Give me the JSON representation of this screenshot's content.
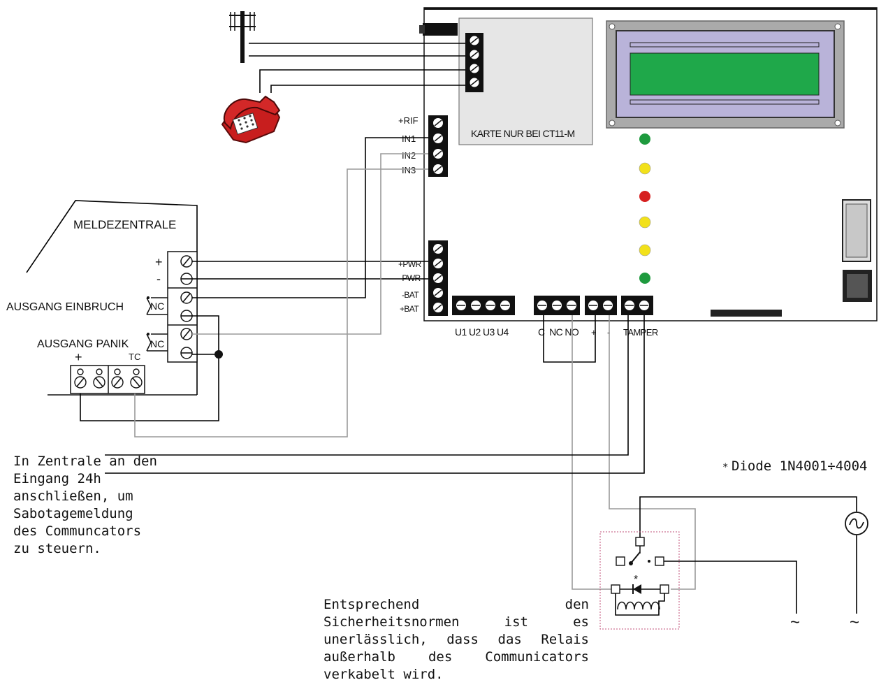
{
  "panel": {
    "title": "MELDEZENTRALE",
    "terminal_plus": "+",
    "terminal_minus": "-",
    "output_burglary": "AUSGANG EINBRUCH",
    "output_panic": "AUSGANG PANIK",
    "nc_label": "NC",
    "tc_label": "TC",
    "aux_plus": "+"
  },
  "board": {
    "card_label": "KARTE NUR BEI CT11-M",
    "inputs": [
      "+RIF",
      "IN1",
      "IN2",
      "IN3"
    ],
    "power": [
      "+PWR",
      "-PWR",
      "-BAT",
      "+BAT"
    ],
    "outputs_label": "U1 U2 U3 U4",
    "relay_label": "C  NC NO",
    "supply_plus": "+",
    "supply_minus": "-",
    "tamper_label": "TAMPER",
    "leds": [
      "green",
      "yellow",
      "red",
      "yellow",
      "yellow",
      "green"
    ],
    "lcd_color": "#1fa84a",
    "lcd_frame_color": "#b9b3d9"
  },
  "relay": {
    "diode_marker": "*",
    "diode_note": "Diode 1N4001÷4004",
    "ac_symbol": "~"
  },
  "notes": {
    "sabotage": [
      "In Zentrale an den",
      "Eingang 24h",
      "anschließen, um",
      "Sabotagemeldung",
      "des Communcators",
      "zu steuern."
    ],
    "safety": [
      "Entsprechend den",
      "Sicherheitsnormen ist es",
      "unerlässlich, dass das Relais",
      "außerhalb des Communicators",
      "verkabelt wird."
    ]
  },
  "icons": [
    "telephone-pole-icon",
    "red-telephone-icon",
    "ac-source-icon",
    "relay-coil-icon",
    "diode-icon"
  ]
}
